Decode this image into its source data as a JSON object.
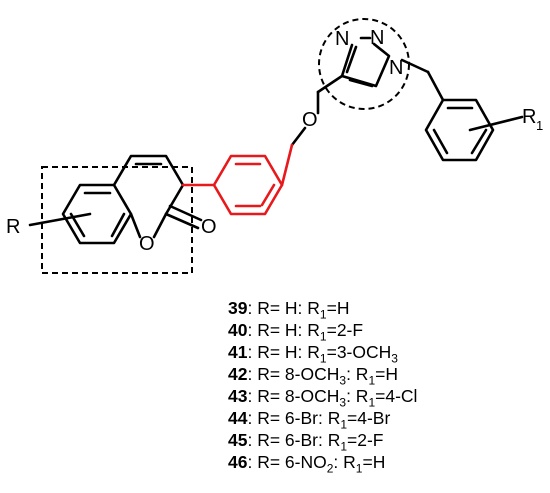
{
  "structure": {
    "atoms": {
      "R": "R",
      "R1_main": "R",
      "R1_sub": "1",
      "O_ring": "O",
      "O_carbonyl": "O",
      "O_ether": "O",
      "N1": "N",
      "N2": "N",
      "N3": "N"
    },
    "colors": {
      "bonds": "#000000",
      "phenylene_linker": "#e8191c",
      "boxes": "#000000"
    }
  },
  "compounds": [
    {
      "id": "39",
      "r": ": R= H: R",
      "sub1": "1",
      "r1": "=H"
    },
    {
      "id": "40",
      "r": ": R= H: R",
      "sub1": "1",
      "r1": "=2-F"
    },
    {
      "id": "41",
      "r": ": R= H: R",
      "sub1": "1",
      "r1": "=3-OCH",
      "sub2": "3",
      "tail": ""
    },
    {
      "id": "42",
      "r": ": R= 8-OCH",
      "rsub": "3",
      "r_b": ": R",
      "sub1": "1",
      "r1": "=H"
    },
    {
      "id": "43",
      "r": ": R= 8-OCH",
      "rsub": "3",
      "r_b": ": R",
      "sub1": "1",
      "r1": "=4-Cl"
    },
    {
      "id": "44",
      "r": ": R= 6-Br: R",
      "sub1": "1",
      "r1": "=4-Br"
    },
    {
      "id": "45",
      "r": ": R= 6-Br: R",
      "sub1": "1",
      "r1": "=2-F"
    },
    {
      "id": "46",
      "r": ": R= 6-NO",
      "rsub": "2",
      "r_b": ": R",
      "sub1": "1",
      "r1": "=H"
    }
  ]
}
